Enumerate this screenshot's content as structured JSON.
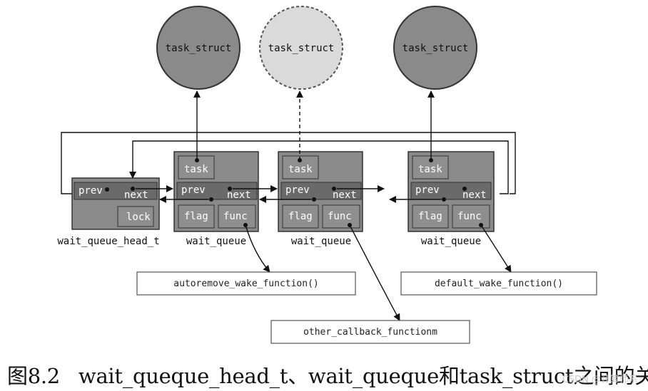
{
  "tasks": [
    {
      "label": "task_struct",
      "style": "solid"
    },
    {
      "label": "task_struct",
      "style": "dashed"
    },
    {
      "label": "task_struct",
      "style": "solid"
    }
  ],
  "head": {
    "caption": "wait_queue_head_t",
    "prev": "prev",
    "next": "next",
    "lock": "lock"
  },
  "queues": [
    {
      "caption": "wait_queue",
      "task": "task",
      "prev": "prev",
      "next": "next",
      "flag": "flag",
      "func": "func"
    },
    {
      "caption": "wait_queue",
      "task": "task",
      "prev": "prev",
      "next": "next",
      "flag": "flag",
      "func": "func"
    },
    {
      "caption": "wait_queue",
      "task": "task",
      "prev": "prev",
      "next": "next",
      "flag": "flag",
      "func": "func"
    }
  ],
  "functions": [
    "autoremove_wake_function()",
    "default_wake_function()",
    "other_callback_functionm"
  ],
  "caption": {
    "number": "图8.2",
    "text": "wait_queque_head_t、wait_queque和task_struct之间的关系"
  },
  "watermark": "CSDN @计算师系"
}
